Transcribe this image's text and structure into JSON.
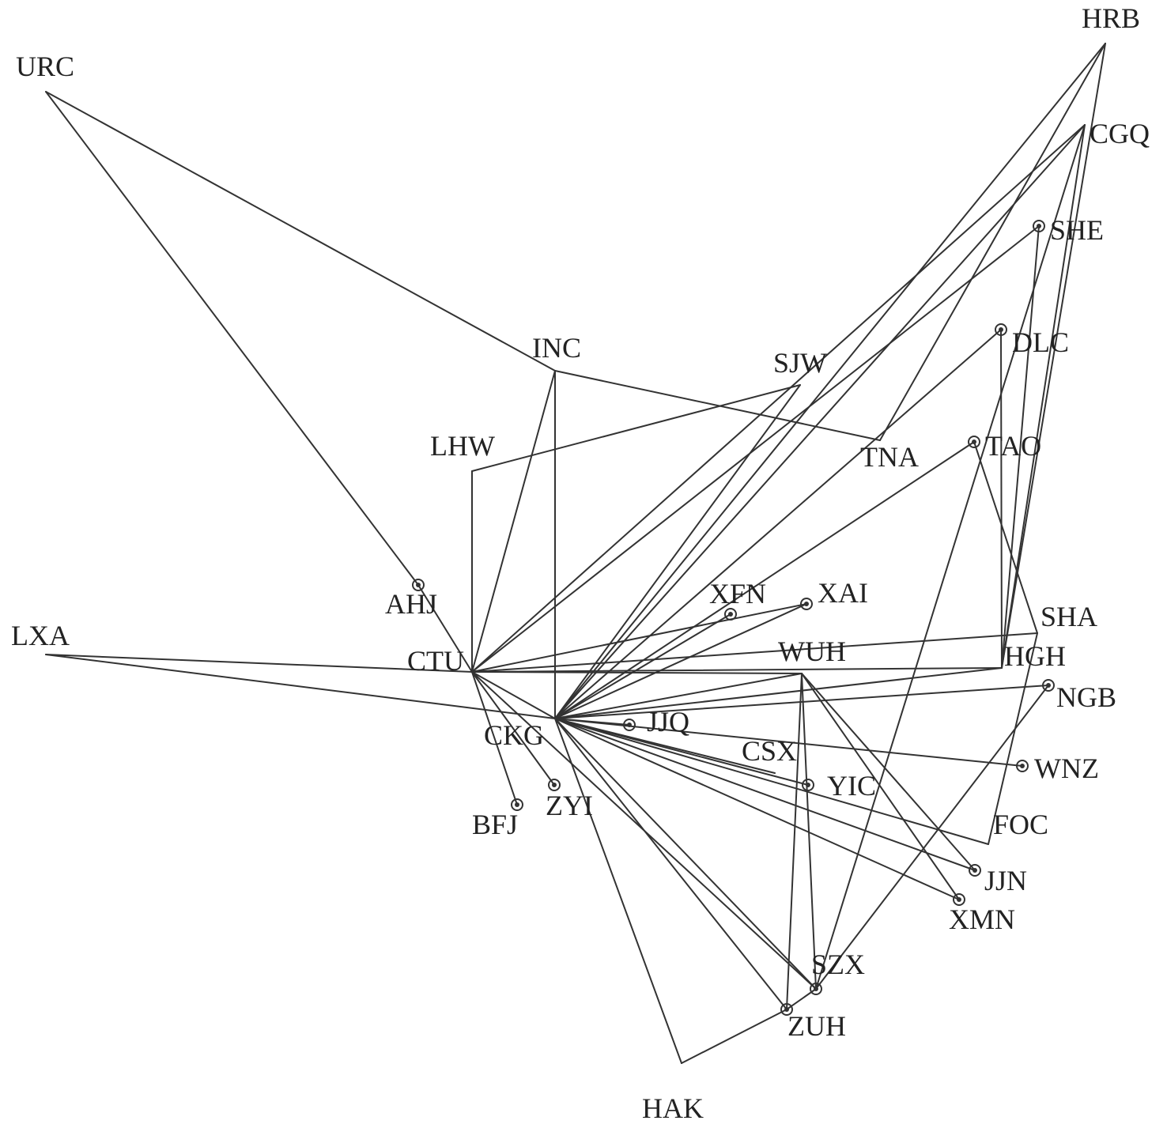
{
  "network": {
    "nodes": [
      {
        "id": "URC",
        "label": "URC",
        "marker": false
      },
      {
        "id": "HRB",
        "label": "HRB",
        "marker": false
      },
      {
        "id": "CGQ",
        "label": "CGQ",
        "marker": false
      },
      {
        "id": "SHE",
        "label": "SHE",
        "marker": true
      },
      {
        "id": "DLC",
        "label": "DLC",
        "marker": true
      },
      {
        "id": "INC",
        "label": "INC",
        "marker": false
      },
      {
        "id": "SJW",
        "label": "SJW",
        "marker": false
      },
      {
        "id": "LHW",
        "label": "LHW",
        "marker": false
      },
      {
        "id": "TNA",
        "label": "TNA",
        "marker": false
      },
      {
        "id": "TAO",
        "label": "TAO",
        "marker": true
      },
      {
        "id": "AHJ",
        "label": "AHJ",
        "marker": true
      },
      {
        "id": "XFN",
        "label": "XFN",
        "marker": true
      },
      {
        "id": "XAI",
        "label": "XAI",
        "marker": true
      },
      {
        "id": "LXA",
        "label": "LXA",
        "marker": false
      },
      {
        "id": "SHA",
        "label": "SHA",
        "marker": false
      },
      {
        "id": "CTU",
        "label": "CTU",
        "marker": false
      },
      {
        "id": "WUH",
        "label": "WUH",
        "marker": false
      },
      {
        "id": "HGH",
        "label": "HGH",
        "marker": false
      },
      {
        "id": "NGB",
        "label": "NGB",
        "marker": true
      },
      {
        "id": "CKG",
        "label": "CKG",
        "marker": false
      },
      {
        "id": "JJQ",
        "label": "JJQ",
        "marker": true
      },
      {
        "id": "CSX",
        "label": "CSX",
        "marker": false
      },
      {
        "id": "WNZ",
        "label": "WNZ",
        "marker": true
      },
      {
        "id": "YIC",
        "label": "YIC",
        "marker": true
      },
      {
        "id": "BFJ",
        "label": "BFJ",
        "marker": true
      },
      {
        "id": "ZYI",
        "label": "ZYI",
        "marker": true
      },
      {
        "id": "FOC",
        "label": "FOC",
        "marker": false
      },
      {
        "id": "JJN",
        "label": "JJN",
        "marker": true
      },
      {
        "id": "XMN",
        "label": "XMN",
        "marker": true
      },
      {
        "id": "SZX",
        "label": "SZX",
        "marker": true
      },
      {
        "id": "ZUH",
        "label": "ZUH",
        "marker": true
      },
      {
        "id": "HAK",
        "label": "HAK",
        "marker": false
      }
    ],
    "edges": [
      [
        "URC",
        "INC"
      ],
      [
        "URC",
        "AHJ"
      ],
      [
        "INC",
        "TNA"
      ],
      [
        "INC",
        "CTU"
      ],
      [
        "INC",
        "CKG"
      ],
      [
        "LHW",
        "CTU"
      ],
      [
        "LHW",
        "SJW"
      ],
      [
        "SJW",
        "CKG"
      ],
      [
        "HRB",
        "TNA"
      ],
      [
        "HRB",
        "CKG"
      ],
      [
        "HRB",
        "HGH"
      ],
      [
        "CGQ",
        "CTU"
      ],
      [
        "CGQ",
        "CKG"
      ],
      [
        "CGQ",
        "SZX"
      ],
      [
        "CGQ",
        "HGH"
      ],
      [
        "SHE",
        "CTU"
      ],
      [
        "SHE",
        "HGH"
      ],
      [
        "DLC",
        "CKG"
      ],
      [
        "DLC",
        "HGH"
      ],
      [
        "TAO",
        "CKG"
      ],
      [
        "TAO",
        "SHA"
      ],
      [
        "AHJ",
        "CTU"
      ],
      [
        "LXA",
        "CTU"
      ],
      [
        "LXA",
        "CKG"
      ],
      [
        "CTU",
        "WUH"
      ],
      [
        "CTU",
        "HGH"
      ],
      [
        "CTU",
        "SHA"
      ],
      [
        "CTU",
        "CKG"
      ],
      [
        "CTU",
        "BFJ"
      ],
      [
        "CTU",
        "ZYI"
      ],
      [
        "CTU",
        "SZX"
      ],
      [
        "CTU",
        "XAI"
      ],
      [
        "XFN",
        "CKG"
      ],
      [
        "XAI",
        "CKG"
      ],
      [
        "WUH",
        "CKG"
      ],
      [
        "WUH",
        "ZUH"
      ],
      [
        "WUH",
        "SZX"
      ],
      [
        "WUH",
        "XMN"
      ],
      [
        "WUH",
        "JJN"
      ],
      [
        "HGH",
        "CKG"
      ],
      [
        "NGB",
        "CKG"
      ],
      [
        "NGB",
        "SZX"
      ],
      [
        "CKG",
        "JJQ"
      ],
      [
        "CKG",
        "CSX"
      ],
      [
        "CKG",
        "YIC"
      ],
      [
        "CKG",
        "WNZ"
      ],
      [
        "CKG",
        "FOC"
      ],
      [
        "CKG",
        "JJN"
      ],
      [
        "CKG",
        "XMN"
      ],
      [
        "CKG",
        "SZX"
      ],
      [
        "CKG",
        "ZUH"
      ],
      [
        "CKG",
        "HAK"
      ],
      [
        "SHA",
        "FOC"
      ],
      [
        "SZX",
        "ZUH"
      ],
      [
        "ZUH",
        "HAK"
      ]
    ]
  }
}
